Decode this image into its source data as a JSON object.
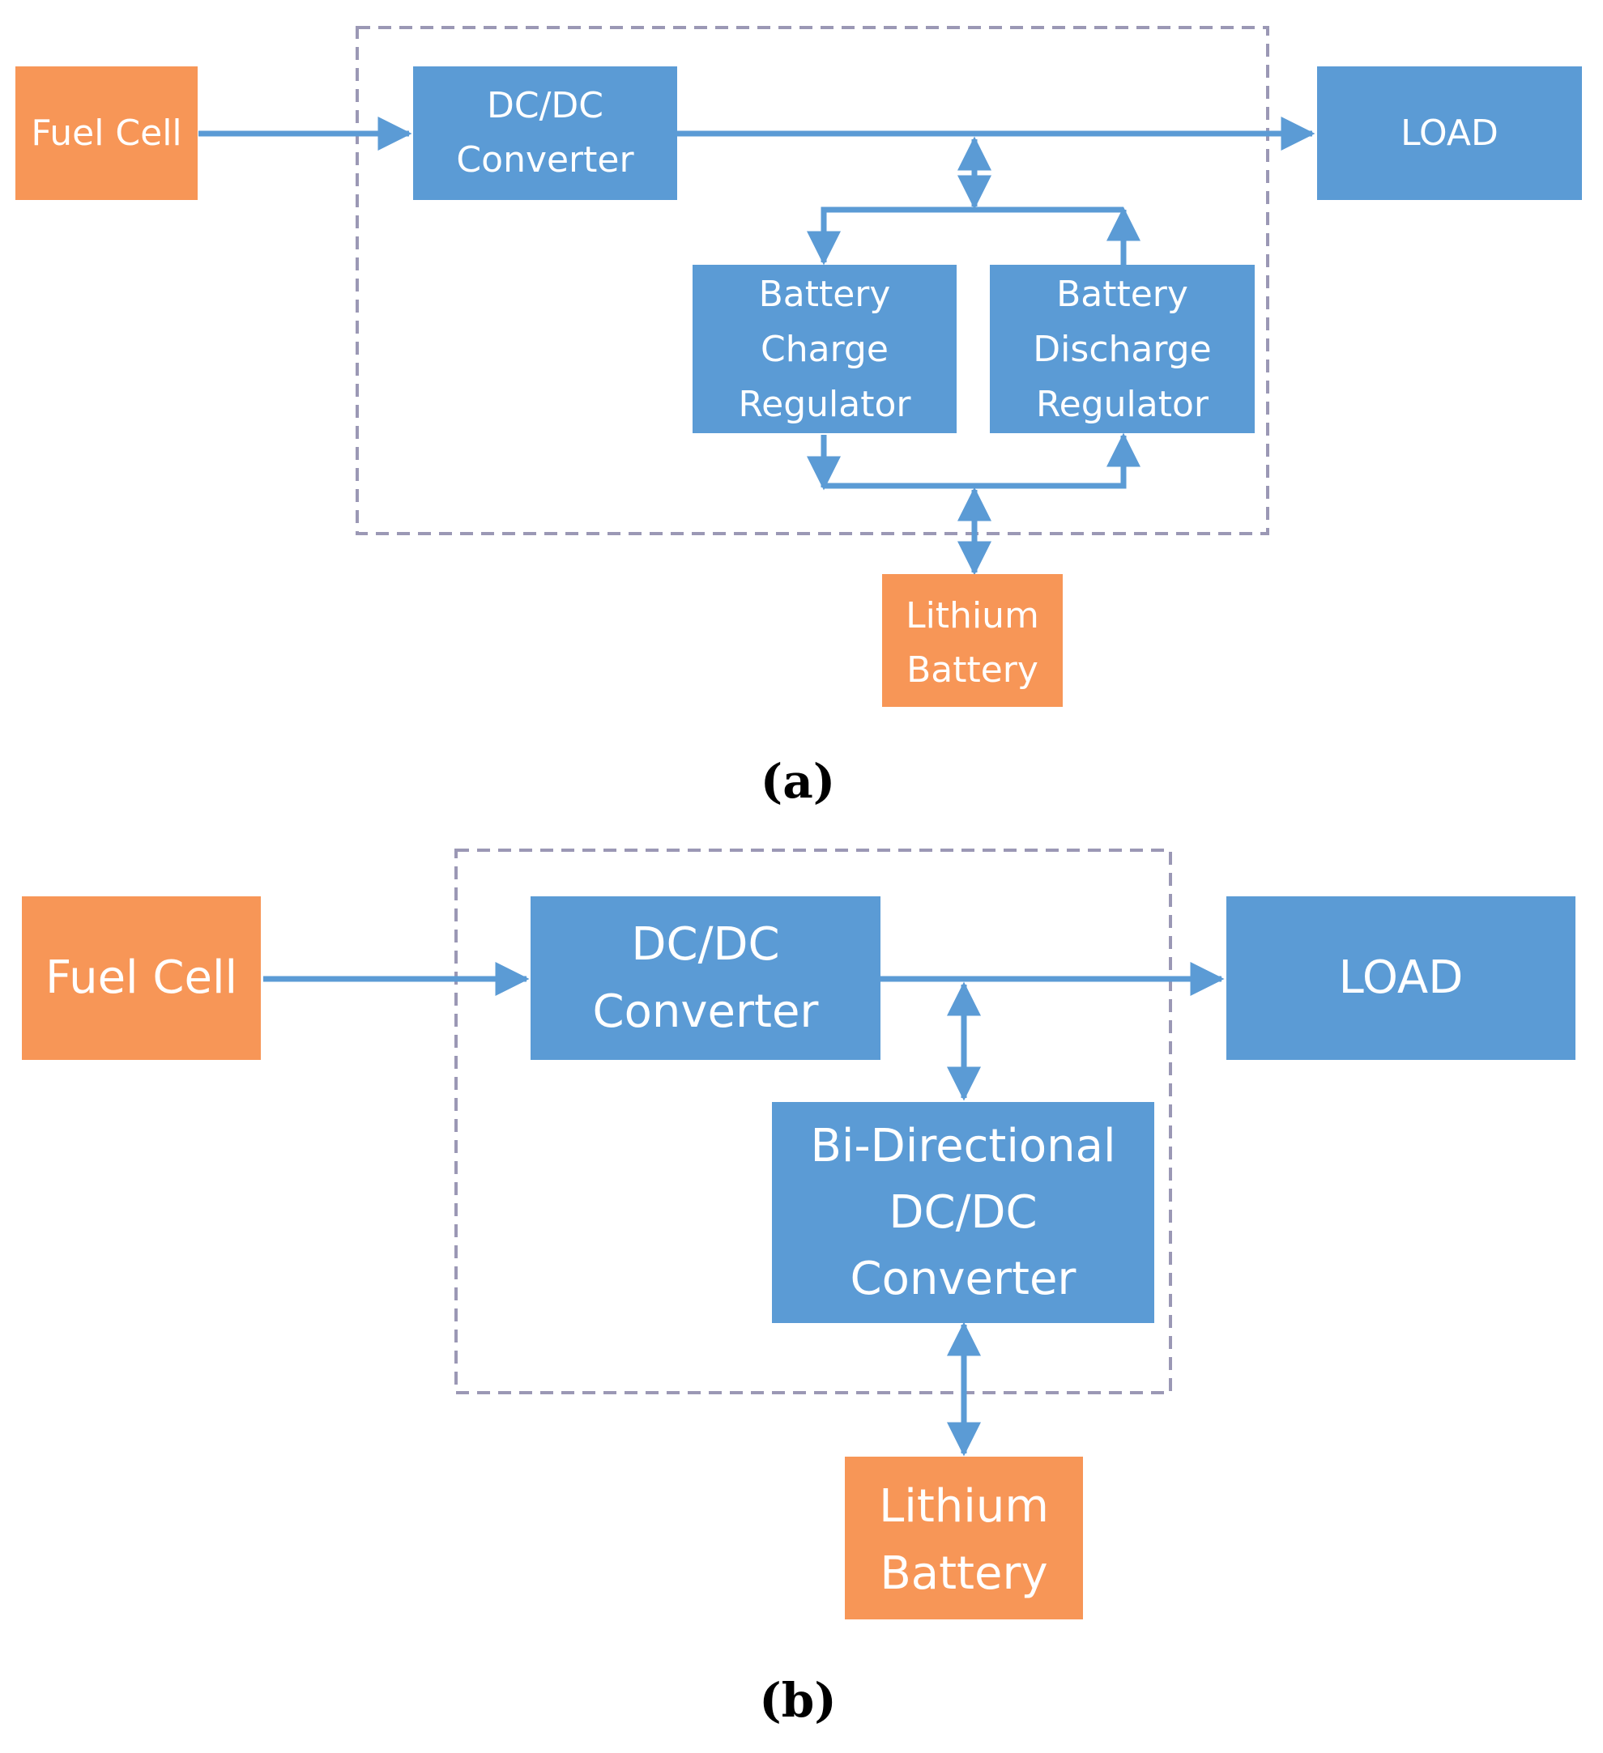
{
  "colors": {
    "blue": "#5b9bd5",
    "orange": "#f79657",
    "frame": "#9b98b5",
    "caption": "#000000"
  },
  "diagram_a": {
    "caption": "(a)",
    "fuel_cell": "Fuel Cell",
    "dcdc_converter": [
      "DC/DC",
      "Converter"
    ],
    "load": "LOAD",
    "charge_regulator": [
      "Battery",
      "Charge",
      "Regulator"
    ],
    "discharge_regulator": [
      "Battery",
      "Discharge",
      "Regulator"
    ],
    "lithium_battery": [
      "Lithium",
      "Battery"
    ]
  },
  "diagram_b": {
    "caption": "(b)",
    "fuel_cell": "Fuel Cell",
    "dcdc_converter": [
      "DC/DC",
      "Converter"
    ],
    "load": "LOAD",
    "bidirectional_converter": [
      "Bi-Directional",
      "DC/DC",
      "Converter"
    ],
    "lithium_battery": [
      "Lithium",
      "Battery"
    ]
  }
}
